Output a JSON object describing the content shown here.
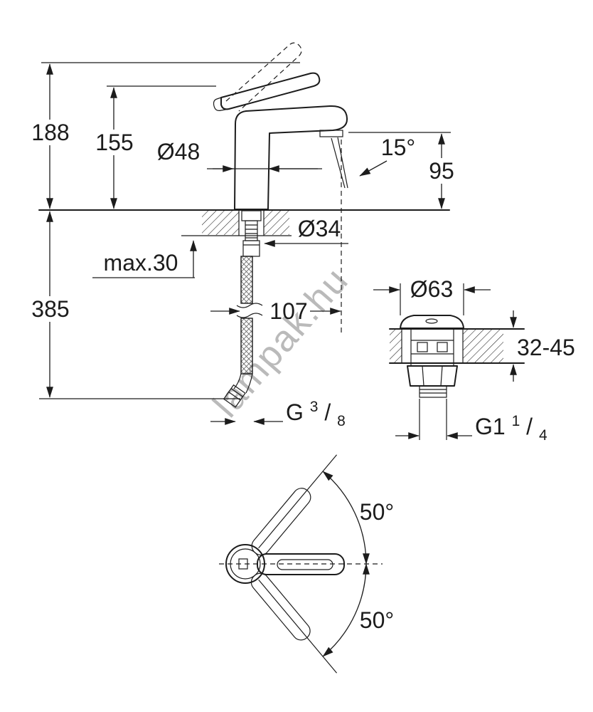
{
  "watermark": {
    "text": "lampak.hu"
  },
  "side_view": {
    "total_height": "188",
    "body_height": "155",
    "body_diameter": "Ø48",
    "spout_angle": "15°",
    "spout_height": "95",
    "max_thickness": "max.30",
    "hole_diameter": "Ø34",
    "hose_length": "385",
    "spout_reach": "107",
    "hose_thread": {
      "base": "G",
      "sup": "3",
      "slash": "/",
      "sub": "8"
    }
  },
  "drain_view": {
    "cap_diameter": "Ø63",
    "mount_range": "32-45",
    "drain_thread": {
      "base": "G1",
      "sup": "1",
      "slash": "/",
      "sub": "4"
    }
  },
  "top_view": {
    "swing_upper": "50°",
    "swing_lower": "50°"
  }
}
